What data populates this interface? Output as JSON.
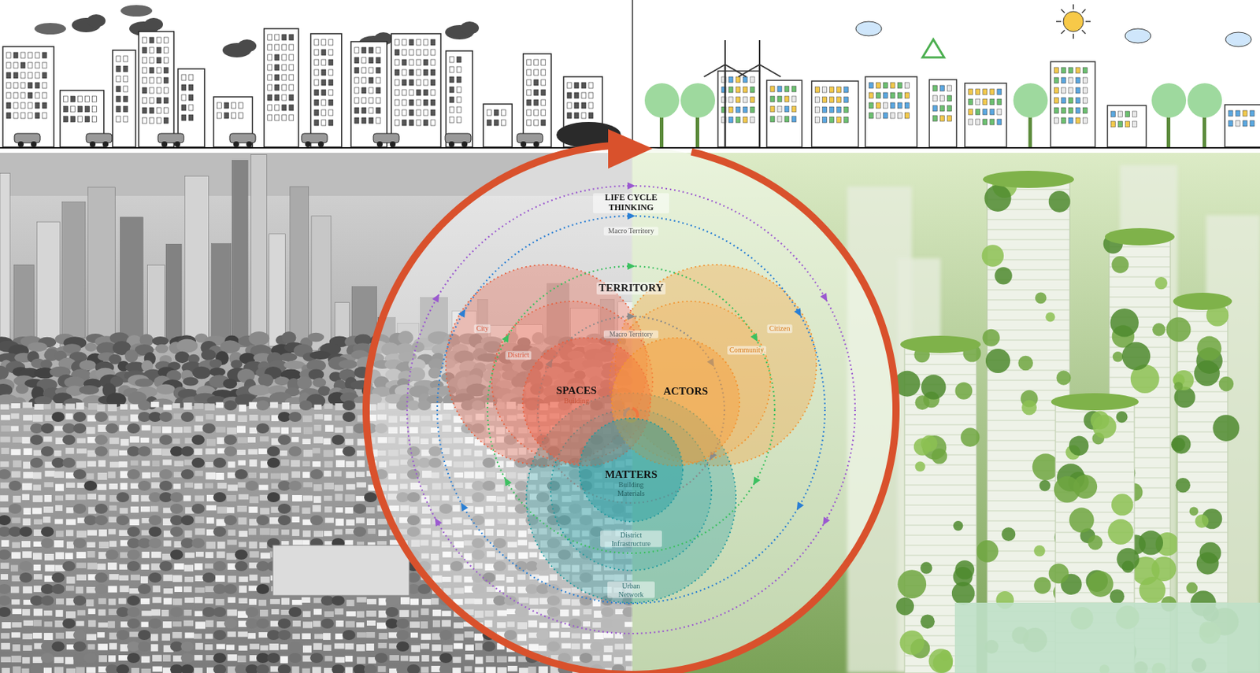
{
  "diagram": {
    "nodes": [
      {
        "text": [
          "SPACES",
          "Building"
        ]
      },
      {
        "text": [
          "ACTORS"
        ]
      },
      {
        "text": [
          "MATTERS",
          "Building Materials"
        ]
      }
    ],
    "labels": [
      "LIFE CYCLE THINKING",
      "Macro Territory",
      "TERRITORY",
      "Macro Territory",
      "City",
      "District",
      "Citizen",
      "Community",
      "District Infrastructure",
      "Urban Network"
    ]
  }
}
